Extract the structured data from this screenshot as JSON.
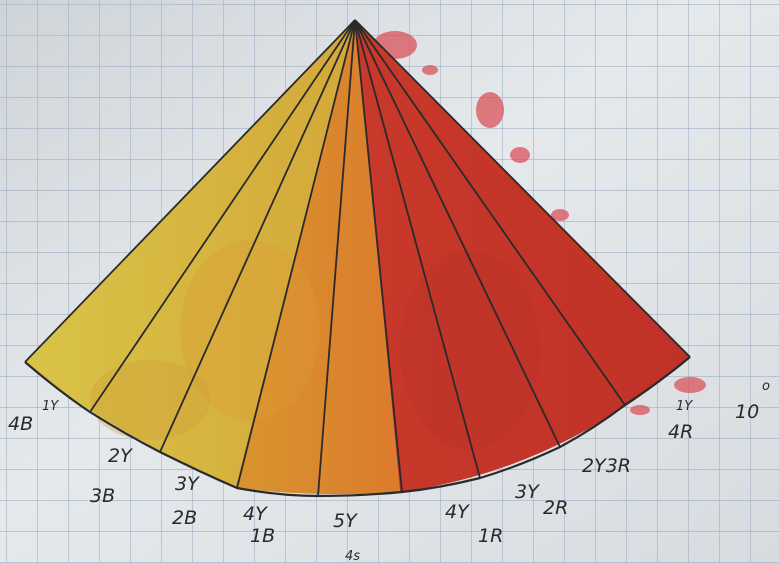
{
  "photo": {
    "subject": "watercolor-fan-on-grid-paper",
    "paper_color": "#e4e7ea",
    "grid_color": "#9fb0c4",
    "ink_color": "#2a2a2a",
    "colors": {
      "yellow": "#d8b93a",
      "orange": "#d9882e",
      "red": "#c7372a",
      "splash": "#d9535a"
    }
  },
  "labels": {
    "l_4b1y": "4B",
    "l_1y_a": "1Y",
    "l_2y3b_top": "2Y",
    "l_2y3b_bot": "3B",
    "l_3y2b_top": "3Y",
    "l_3y2b_bot": "2B",
    "l_4y1b_top": "4Y",
    "l_4y1b_bot": "1B",
    "l_5y": "5Y",
    "l_4y1r_top": "4Y",
    "l_4y1r_bot": "1R",
    "l_3y2r": "3Y",
    "l_3y2r_r": "2R",
    "l_2y3r": "2Y3R",
    "l_1y4r_top": "1Y",
    "l_1y4r_bot": "4R",
    "l_10": "10",
    "l_deg": "o",
    "l_45": "4s"
  }
}
